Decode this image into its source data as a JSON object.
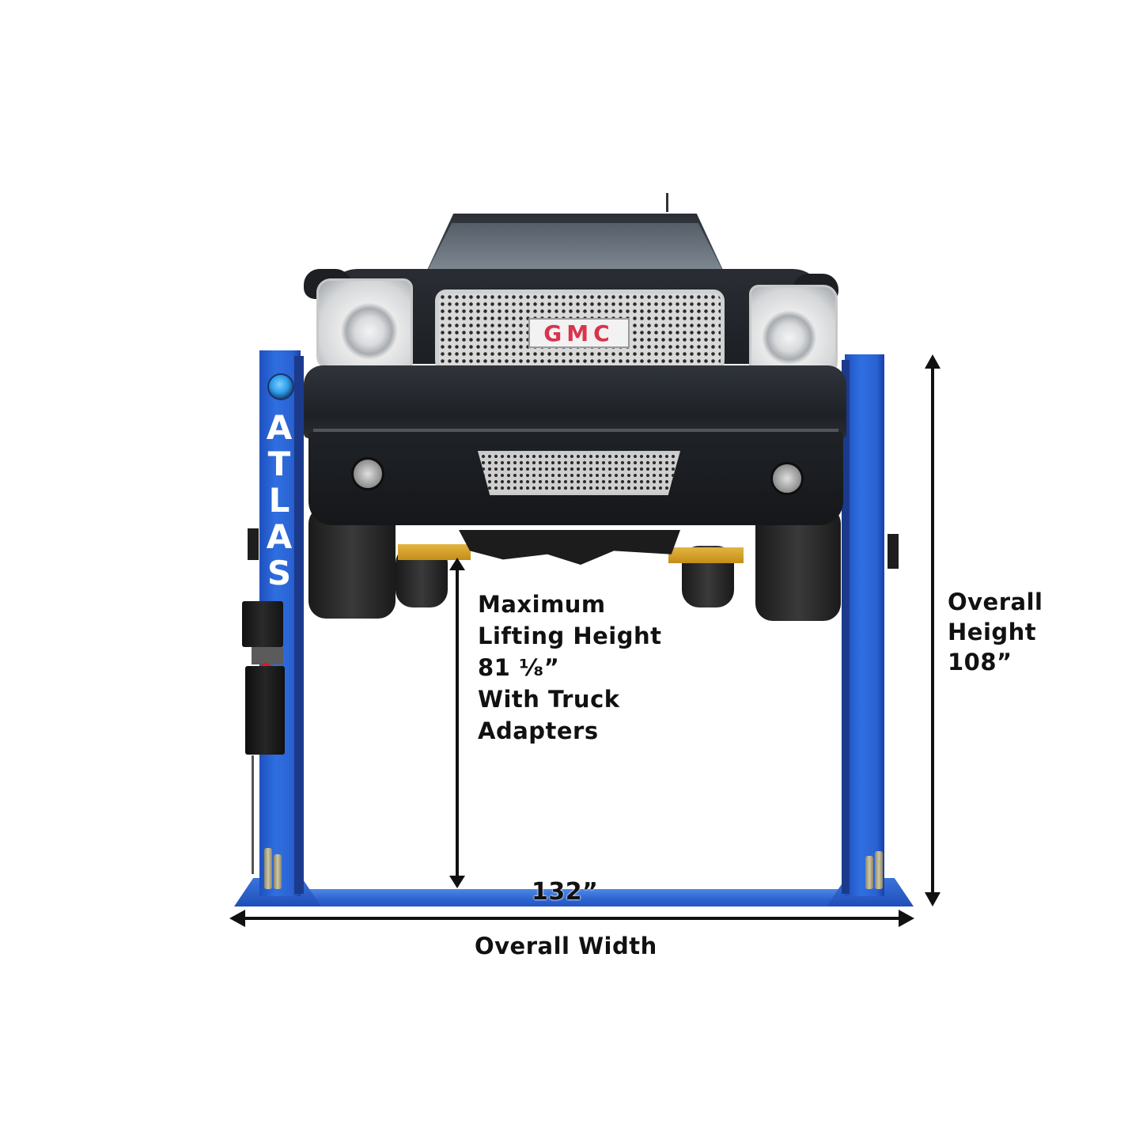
{
  "product": {
    "brand_on_post": [
      "A",
      "T",
      "L",
      "A",
      "S"
    ],
    "vehicle_badge": "GMC"
  },
  "annotations": {
    "max_lift": {
      "lines": [
        "Maximum",
        "Lifting Height",
        "81 ¹⁄₈”",
        "With Truck",
        "Adapters"
      ]
    },
    "overall_height": {
      "lines": [
        "Overall",
        "Height",
        "108”"
      ]
    },
    "overall_width": {
      "value": "132”",
      "label": "Overall Width"
    }
  },
  "colors": {
    "post_blue": "#2a62d2",
    "arm_yellow": "#d6a22c",
    "car_body": "#23262b",
    "badge_red": "#d8344c",
    "text": "#111111"
  }
}
